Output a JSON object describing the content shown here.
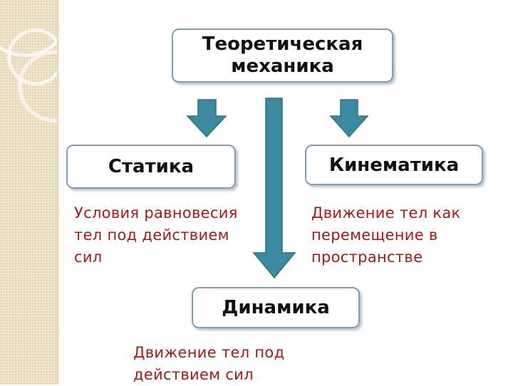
{
  "diagram": {
    "root": {
      "title": "Теоретическая механика"
    },
    "branches": [
      {
        "id": "statics",
        "label": "Статика",
        "description": "Условия равновесия тел под действием сил"
      },
      {
        "id": "kinematics",
        "label": "Кинематика",
        "description": "Движение тел как перемещение в пространстве"
      },
      {
        "id": "dynamics",
        "label": "Динамика",
        "description": "Движение тел под действием сил"
      }
    ],
    "colors": {
      "arrow_fill": "#3c8aa0",
      "arrow_stroke": "#2f6f82",
      "box_border": "#7f9db8",
      "description_text": "#a51818",
      "sidebar": "#efe4c8"
    }
  }
}
